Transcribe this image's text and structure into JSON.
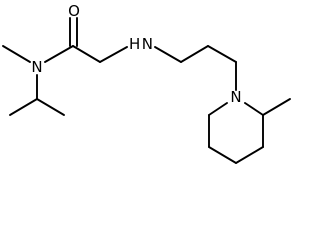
{
  "molecule": {
    "atoms": {
      "carbonyl_oxygen": "O",
      "amide_nitrogen": "N",
      "amine_nitrogen": "H N",
      "piperidine_nitrogen": "N"
    },
    "colors": {
      "bond": "#000000",
      "label": "#000000",
      "background": "#ffffff"
    }
  }
}
